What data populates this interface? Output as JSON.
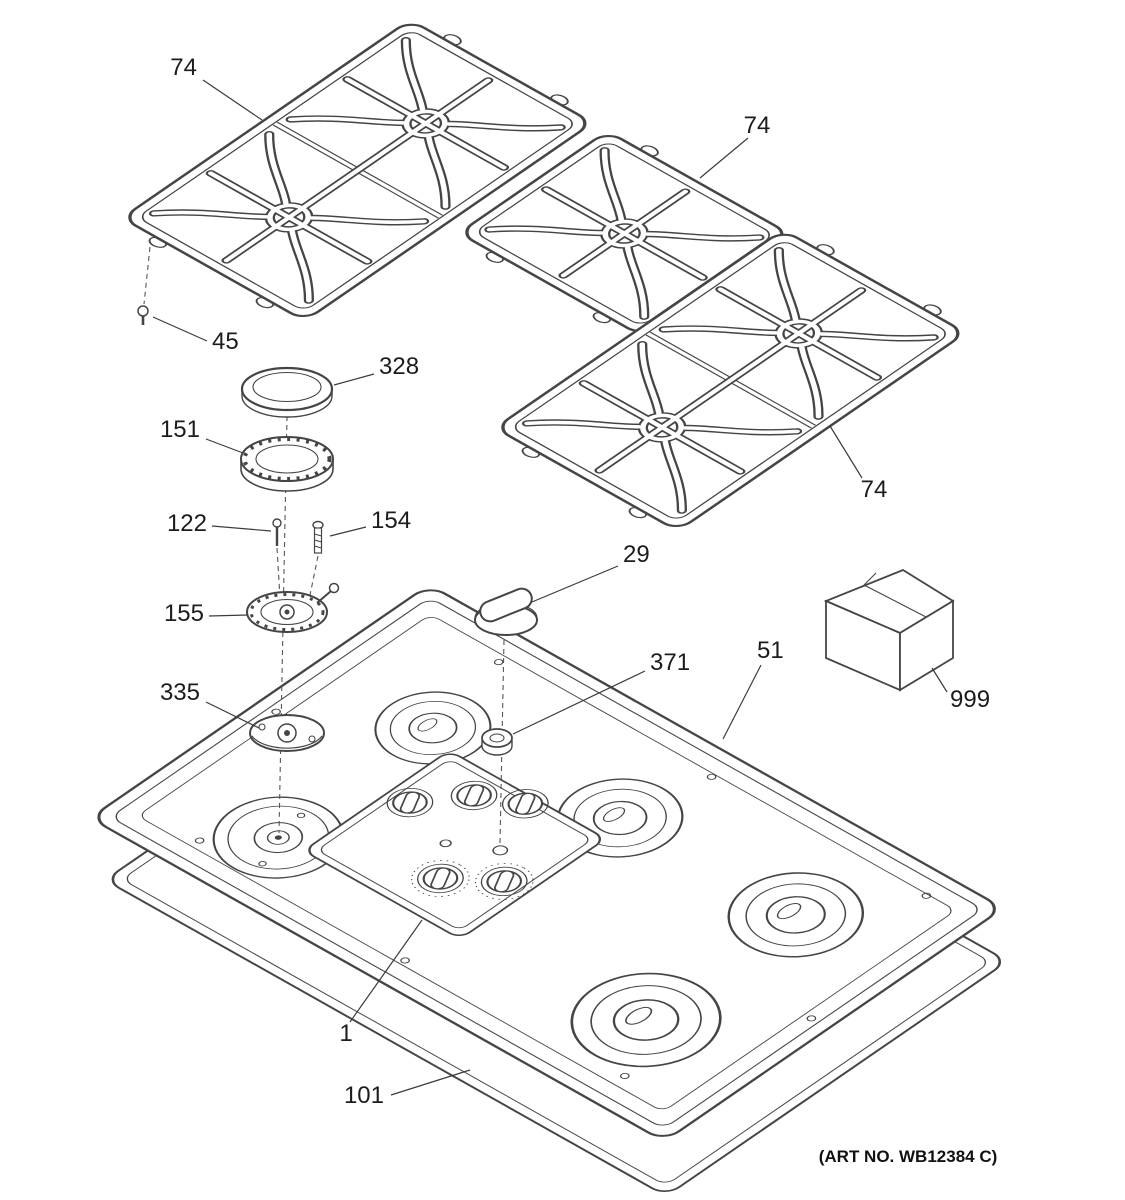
{
  "art_no": "(ART NO. WB12384 C)",
  "callouts": {
    "grate_a": "74",
    "grate_b": "74",
    "grate_c": "74",
    "grate_screw": "45",
    "burner_cap": "328",
    "burner_head": "151",
    "screw_small": "122",
    "screw_long": "154",
    "burner_base": "155",
    "control_knob": "29",
    "igniter_grommet": "371",
    "main_top": "51",
    "orifice_holder": "335",
    "control_panel": "1",
    "burner_box": "101",
    "shipping_box": "999"
  },
  "colors": {
    "line": "#454545",
    "label": "#1c1c1c",
    "background": "#ffffff"
  }
}
